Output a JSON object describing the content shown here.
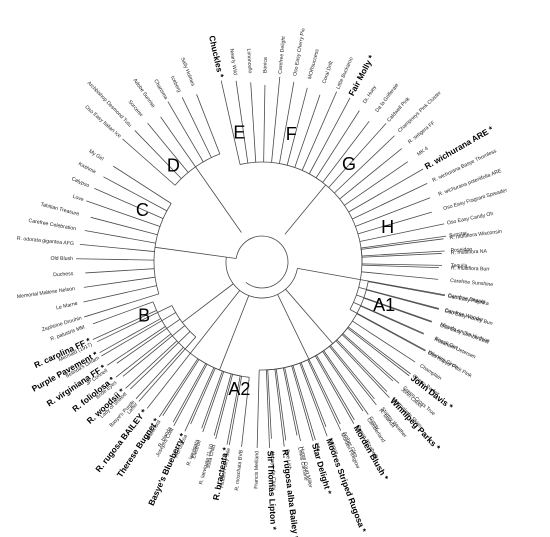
{
  "figure": {
    "clade_labels": [
      "A1",
      "A2",
      "B",
      "C",
      "D",
      "E",
      "F",
      "G",
      "H"
    ],
    "clades": [
      {
        "label": "H",
        "label_angle": -15,
        "leaves": [
          {
            "name": "Sunstar",
            "bold": false
          },
          {
            "name": "Poseidon",
            "bold": false
          },
          {
            "name": "Tequila",
            "bold": false
          },
          {
            "name": "Carefree Sunshine",
            "bold": false
          },
          {
            "name": "Carefree Beauty",
            "bold": false
          },
          {
            "name": "Carefree Wonder",
            "bold": false
          },
          {
            "name": "Miracle on the Hudson",
            "bold": false
          },
          {
            "name": "Knock Out",
            "bold": false
          },
          {
            "name": "Winners Circle",
            "bold": false
          }
        ]
      },
      {
        "label": "G",
        "label_angle": -48,
        "leaves": [
          {
            "name": "Cherry Parfait",
            "bold": false
          },
          {
            "name": "Green Cross True",
            "bold": false
          },
          {
            "name": "Marmalade Skies",
            "bold": false
          },
          {
            "name": "Stormy Weather",
            "bold": false
          },
          {
            "name": "Gypsy",
            "bold": false
          },
          {
            "name": "Queen Elizabeth",
            "bold": false
          },
          {
            "name": "Amber Glen",
            "bold": false
          },
          {
            "name": "Intrigue",
            "bold": false
          },
          {
            "name": "Elle",
            "bold": false
          },
          {
            "name": "Home Court Miller",
            "bold": false
          },
          {
            "name": "Dee Lish",
            "bold": false
          },
          {
            "name": "Abbaye de Cluny",
            "bold": false
          },
          {
            "name": "Francis Meilland",
            "bold": false
          }
        ]
      },
      {
        "label": "F",
        "label_angle": -77,
        "leaves": [
          {
            "name": "Hidden Fairy Tale",
            "bold": false
          },
          {
            "name": "Julia Child",
            "bold": false
          },
          {
            "name": "Electron",
            "bold": false
          },
          {
            "name": "Hot Cocoa",
            "bold": false
          },
          {
            "name": "Josephs Coat",
            "bold": false
          },
          {
            "name": "Waterlord",
            "bold": false
          }
        ]
      },
      {
        "label": "E",
        "label_angle": -100,
        "leaves": [
          {
            "name": "Laffer",
            "bold": false
          },
          {
            "name": "Lady of Shalott",
            "bold": false
          },
          {
            "name": "Bride Eyes",
            "bold": false
          },
          {
            "name": "JP Connell",
            "bold": false
          },
          {
            "name": "Belinda's Dream",
            "bold": false
          },
          {
            "name": "Mermaid (1917)",
            "bold": false
          }
        ]
      },
      {
        "label": "D",
        "label_angle": -133,
        "leaves": [
          {
            "name": "Zephirine Drouhin",
            "bold": false
          },
          {
            "name": "Le Marne",
            "bold": false
          },
          {
            "name": "Memorial Maltese Nelson",
            "bold": false
          },
          {
            "name": "Duchess",
            "bold": false
          },
          {
            "name": "Old Blush",
            "bold": false
          },
          {
            "name": "R. odorata gigantea AFG",
            "bold": false
          },
          {
            "name": "Carefree Celebration",
            "bold": false
          },
          {
            "name": "Tahitian Treasure",
            "bold": false
          },
          {
            "name": "Love",
            "bold": false
          },
          {
            "name": "Calypso",
            "bold": false
          },
          {
            "name": "Kashmir",
            "bold": false
          },
          {
            "name": "My Girl",
            "bold": false
          }
        ]
      },
      {
        "label": "C",
        "label_angle": -157,
        "leaves": [
          {
            "name": "Oso Easy Italian Ice",
            "bold": false
          },
          {
            "name": "Archbishop Desmond Tutu",
            "bold": false
          },
          {
            "name": "Sorcerer",
            "bold": false
          },
          {
            "name": "Adobe Sunrise",
            "bold": false
          },
          {
            "name": "Charisma",
            "bold": false
          },
          {
            "name": "Iceberg",
            "bold": false
          },
          {
            "name": "Sally Holmes",
            "bold": false
          }
        ]
      },
      {
        "label": "B",
        "label_angle": 155,
        "leaves": [
          {
            "name": "Chuckles",
            "bold": true
          },
          {
            "name": "Nearly Wild",
            "bold": false
          },
          {
            "name": "Limoncello",
            "bold": false
          },
          {
            "name": "Bonica",
            "bold": false
          },
          {
            "name": "Carefree Delight",
            "bold": false
          },
          {
            "name": "Oso Easy Cherry Pie",
            "bold": false
          },
          {
            "name": "MORsuccess",
            "bold": false
          },
          {
            "name": "Coral Drift",
            "bold": false
          },
          {
            "name": "Little Buckaroo",
            "bold": false
          },
          {
            "name": "Fair Molly",
            "bold": true
          },
          {
            "name": "Dr. Huey",
            "bold": false
          },
          {
            "name": "Da la Grifferaie",
            "bold": false
          },
          {
            "name": "Caldwell Pink",
            "bold": false
          },
          {
            "name": "Champneys Pink Cluster",
            "bold": false
          },
          {
            "name": "R. setigera FF",
            "bold": false
          },
          {
            "name": "MK 4",
            "bold": false
          },
          {
            "name": "R. wichurana ARE",
            "bold": true
          },
          {
            "name": "R. wichurana Basye Thornless",
            "bold": false
          },
          {
            "name": "R. wichurana poteriifolia ARE",
            "bold": false
          },
          {
            "name": "Oso Easy Fragrant Spreader",
            "bold": false
          },
          {
            "name": "Oso Easy Candy Oh",
            "bold": false
          },
          {
            "name": "R. multiflora Wisconsin",
            "bold": false
          },
          {
            "name": "R. multiflora NA",
            "bold": false
          },
          {
            "name": "R. multiflora Burr",
            "bold": false
          }
        ]
      },
      {
        "label": "A2",
        "label_angle": 100,
        "leaves": [
          {
            "name": "Oso Easy Paprika",
            "bold": false
          },
          {
            "name": "Oso Easy Honey Bun",
            "bold": false
          },
          {
            "name": "Oso Easy Lemon Zest",
            "bold": false
          },
          {
            "name": "Rosarium Uetersen",
            "bold": false
          },
          {
            "name": "Oso Happy Petit Pink",
            "bold": false
          },
          {
            "name": "Champlain",
            "bold": false
          },
          {
            "name": "John Davis",
            "bold": true
          },
          {
            "name": "John Cabot",
            "bold": false
          },
          {
            "name": "Winnipeg Parks",
            "bold": true
          },
          {
            "name": "R. blanda",
            "bold": false
          },
          {
            "name": "Cumberland",
            "bold": false
          },
          {
            "name": "Morden Blush",
            "bold": true
          },
          {
            "name": "Morden Fireglow",
            "bold": false
          },
          {
            "name": "Moores Striped Rugosa",
            "bold": true
          },
          {
            "name": "Star Delight",
            "bold": true
          },
          {
            "name": "Lewis Caroline",
            "bold": false
          },
          {
            "name": "R. rugosa alba Bailey",
            "bold": true
          },
          {
            "name": "Sir Thomas Lipton",
            "bold": true
          }
        ]
      },
      {
        "label": "A1",
        "label_angle": 20,
        "leaves": [
          {
            "name": "R. moschata BVB",
            "bold": false
          },
          {
            "name": "R. bracteata",
            "bold": true
          },
          {
            "name": "R. laevigata 11-10",
            "bold": false
          },
          {
            "name": "R. laevigata",
            "bold": false
          },
          {
            "name": "Basye's Blueberry",
            "bold": true
          },
          {
            "name": "R. blanda",
            "bold": false
          },
          {
            "name": "Therese Bugnet",
            "bold": true
          },
          {
            "name": "R. rugosa BAILEY",
            "bold": true
          },
          {
            "name": "Basye's Purple",
            "bold": false
          },
          {
            "name": "R. woodsii",
            "bold": true
          },
          {
            "name": "R. foliolosa",
            "bold": true
          },
          {
            "name": "R. virginiana FF",
            "bold": true
          },
          {
            "name": "Purple Pavement",
            "bold": true
          },
          {
            "name": "R. carolina FF",
            "bold": true
          },
          {
            "name": "R. palustris MM",
            "bold": false
          }
        ]
      }
    ]
  }
}
